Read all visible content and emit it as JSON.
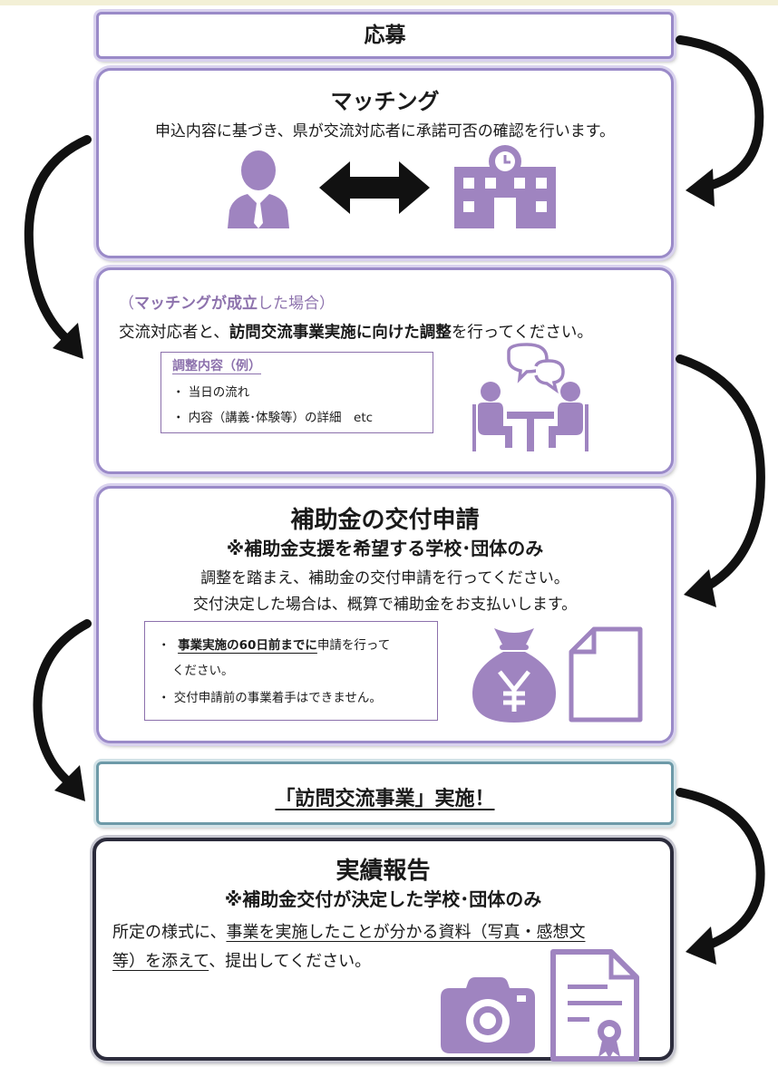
{
  "colors": {
    "accent": "#8d72ad",
    "icon": "#9f84c0",
    "border_purple": "#9a8ac8",
    "border_teal": "#6d9aa8",
    "border_dark": "#2c2c3c"
  },
  "steps": {
    "apply": {
      "title": "応募"
    },
    "matching": {
      "title": "マッチング",
      "desc": "申込内容に基づき、県が交流対応者に承諾可否の確認を行います。",
      "icons": [
        "person-icon",
        "double-arrow-icon",
        "school-building-icon"
      ]
    },
    "adjust": {
      "cond_open": "（",
      "cond_bold": "マッチングが成立",
      "cond_rest": "した場合）",
      "desc_pre": "交流対応者と、",
      "desc_bold": "訪問交流事業実施に向けた調整",
      "desc_post": "を行ってください。",
      "note_title": "調整内容（例）",
      "note_items": [
        "・ 当日の流れ",
        "・ 内容（講義･体験等）の詳細　etc"
      ],
      "icons": [
        "meeting-icon"
      ]
    },
    "subsidy": {
      "title": "補助金の交付申請",
      "subtitle": "※補助金支援を希望する学校･団体のみ",
      "desc1": "調整を踏まえ、補助金の交付申請を行ってください。",
      "desc2": "交付決定した場合は、概算で補助金をお支払いします。",
      "note_item1_bullet": "・",
      "note_item1_bold": "事業実施の60日前までに",
      "note_item1_rest": "申請を行って",
      "note_item1_cont": "ください。",
      "note_item2": "・ 交付申請前の事業着手はできません。",
      "icons": [
        "money-bag-icon",
        "document-icon"
      ]
    },
    "implement": {
      "title": "「訪問交流事業」実施！"
    },
    "report": {
      "title": "実績報告",
      "subtitle": "※補助金交付が決定した学校･団体のみ",
      "desc_pre": "所定の様式に、",
      "desc_ul1": "事業を実施したことが分かる資料（写真・感想文",
      "desc_ul2": "等）を添えて",
      "desc_post": "、提出してください。",
      "icons": [
        "camera-icon",
        "certificate-icon"
      ]
    }
  }
}
